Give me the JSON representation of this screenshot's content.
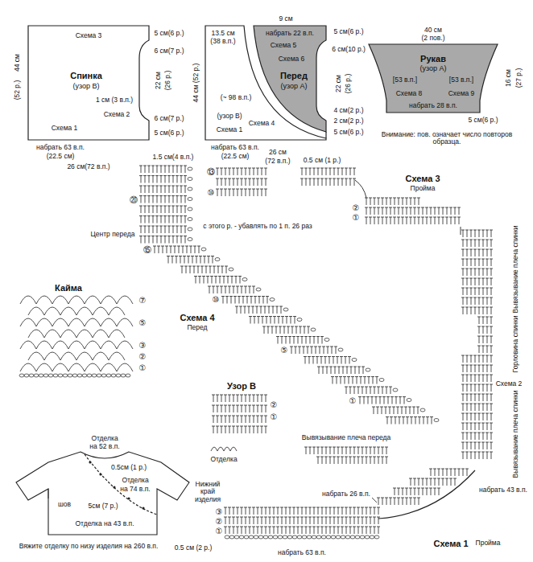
{
  "diagram": {
    "nodes": [
      {
        "text": [
          "Спинка",
          "(узор В)"
        ]
      },
      {
        "text": [
          "Перед",
          "(узор А)"
        ]
      },
      {
        "text": [
          "Рукав",
          "(узор А)"
        ]
      }
    ],
    "labels": [
      "Схема 3",
      "44 см",
      "(52 р.)",
      "5 см(6 р.)",
      "6 см(7 р.)",
      "22 см",
      "(26 р.)",
      "1 см (3 в.п.)",
      "Схема 2",
      "6 см(7 р.)",
      "5 см(6 р.)",
      "Схема 1",
      "набрать 63 в.п.",
      "(22.5 см)",
      "26 см(72 в.п.)",
      "1.5 см(4 в.п.)",
      "13.5 см",
      "(38 в.п.)",
      "9 см",
      "набрать 22 в.п.",
      "Схема 5",
      "Схема 6",
      "(~ 98 в.п.)",
      "(узор В)",
      "5 см(6 р.)",
      "6 см(10 р.)",
      "22 см",
      "(26 р.)",
      "44 см (52 р.)",
      "Схема 4",
      "Схема 1",
      "набрать 63 в.п.",
      "(22.5 см)",
      "4 см(2 р.)",
      "2 см(2 р.)",
      "5 см(6 р.)",
      "26 см",
      "(72 в.п.)",
      "0.5 см (1 р.)",
      "40 см",
      "(2 пов.)",
      "16 см",
      "(27 р.)",
      "Схема 9",
      "[53 в.п.]",
      "Схема 8",
      "набрать 28 в.п.",
      "[53 в.п.]",
      "5 см(6 р.)",
      "Внимание: пов. означает число повторов образца.",
      "Схема 3",
      "Пройма",
      "с этого р. - убавлять по 1 п. 26 раз",
      "Центр переда",
      "Кайма",
      "Схема 4",
      "Перед",
      "Вывязывание плеча спинки",
      "Горловина спинки",
      "Схема 2",
      "Вывязывание плеча спинки",
      "Узор В",
      "Вывязывание плеча переда",
      "Отделка",
      "набрать 43 в.п.",
      "набрать 26 в.п.",
      "Нижний край изделия",
      "набрать 63 в.п.",
      "Схема 1",
      "Пройма",
      "Отделка",
      "на 52 в.п.",
      "0.5см (1 р.)",
      "Отделка",
      "на 74 в.п.",
      "шов",
      "5см (7 р.)",
      "Отделка на 43 в.п.",
      "Вяжите отделку по низу изделия на 260 в.п.",
      "0.5 см (2 р.)",
      "⑬",
      "⑩",
      "⑳",
      "⑮",
      "⑩",
      "⑤",
      "①",
      "⑦",
      "⑤",
      "③",
      "②",
      "①",
      "②",
      "①",
      "②",
      "①",
      "③",
      "②",
      "①"
    ]
  }
}
